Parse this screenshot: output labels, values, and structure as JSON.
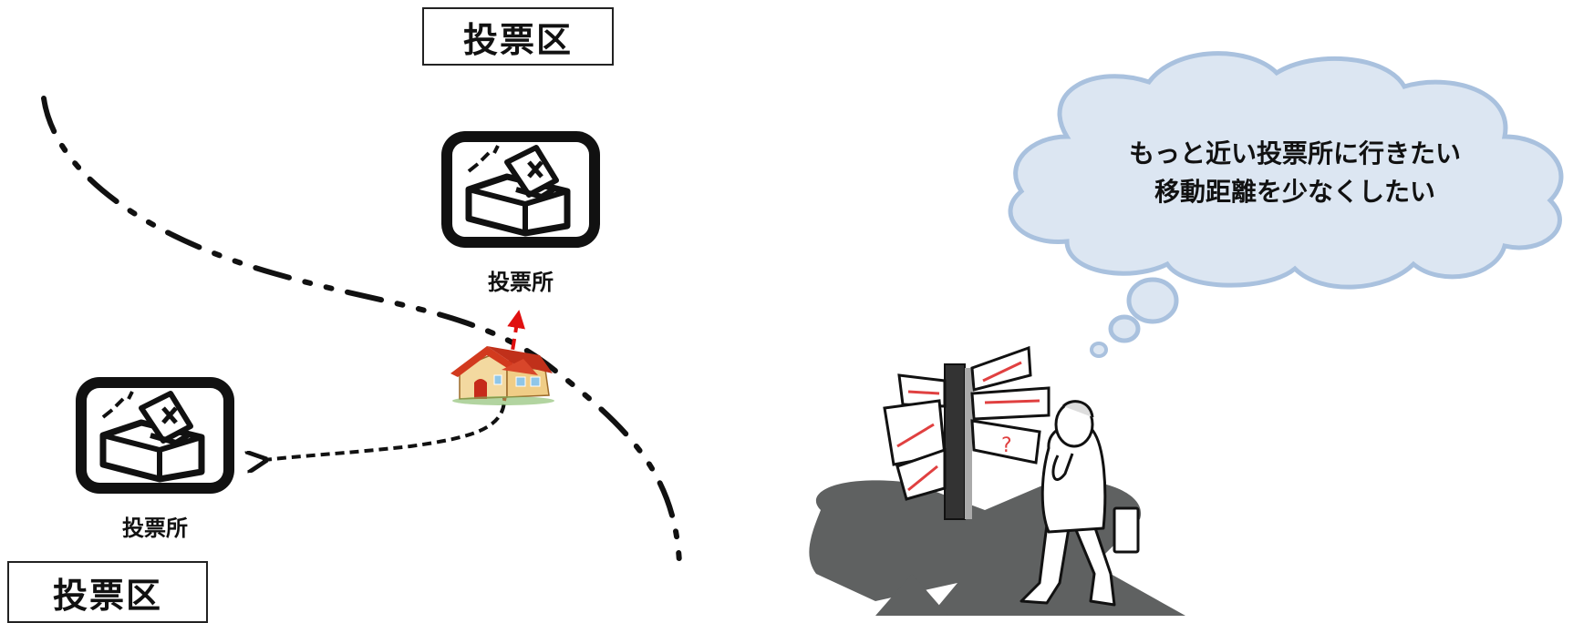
{
  "districts": {
    "top_label": "投票区",
    "bottom_label": "投票区"
  },
  "stations": {
    "top_label": "投票所",
    "left_label": "投票所"
  },
  "thought": {
    "line1": "もっと近い投票所に行きたい",
    "line2": "移動距離を少なくしたい"
  },
  "colors": {
    "boundary": "#111111",
    "route_to_far": "#111111",
    "route_to_near": "#e01010",
    "cloud_fill": "#dce6f2",
    "cloud_stroke": "#a9c1de",
    "road_shadow": "#5f6161",
    "house_roof": "#d23a1e",
    "house_wall": "#f3d9a0"
  },
  "icons": [
    "ballot-box-icon",
    "house-icon",
    "signpost-icon",
    "thinking-man-icon",
    "thought-cloud-icon"
  ]
}
